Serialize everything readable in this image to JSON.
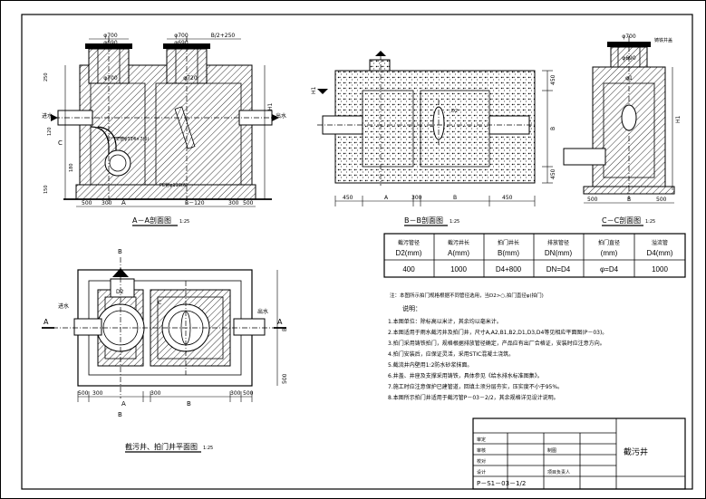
{
  "views": {
    "section_aa": {
      "title": "A－A剖面图",
      "scale": "1:25",
      "dims": {
        "phi700_left": "φ700",
        "phi690_left": "φ690",
        "phi700_right": "φ700",
        "phi690_right": "φ690",
        "b_half": "B/2+250",
        "phi700_l2": "φ700",
        "phi720": "φ720",
        "c": "C",
        "dim_120": "120",
        "dim_500": "500",
        "dim_300": "300",
        "dim_a": "A",
        "dim_b120": "B－120",
        "dim_300r": "300",
        "dim_500r": "500",
        "dim_150": "150",
        "dim_180": "180",
        "dim_250": "250"
      },
      "labels": {
        "inlet": "进水",
        "outlet": "出水",
        "h1": "H1",
        "note1": "PE管φ114×7(δ)",
        "note2": "PE管φ110(δ)"
      }
    },
    "section_bb": {
      "title": "B－B剖面图",
      "scale": "1:25",
      "dims": {
        "d450_left": "450",
        "d_a": "A",
        "d300": "300",
        "d_b": "B",
        "d450_right": "450",
        "v450_top": "450",
        "v_b": "B",
        "v450_bot": "450"
      },
      "labels": {
        "h1": "H1",
        "d2": "D2"
      }
    },
    "section_cc": {
      "title": "C－C剖面图",
      "scale": "1:25",
      "dims": {
        "phi700": "φ700",
        "phi690": "φ690",
        "phi1": "φ1",
        "d500": "500",
        "d_b": "B",
        "d500r": "500"
      },
      "labels": {
        "h1": "H1",
        "cover": "铸铁井盖"
      }
    },
    "plan": {
      "title": "截污井、拍门井平面图",
      "scale": "1:25",
      "dims": {
        "d500": "500",
        "d300": "300",
        "d_a": "A",
        "d300m": "300",
        "d_b": "B",
        "d300r": "300",
        "d500r": "500",
        "v500": "500",
        "v_b": "B"
      },
      "labels": {
        "d2": "D2",
        "inlet": "进水",
        "outlet": "出水",
        "a_left": "A",
        "a_right": "A",
        "b_top": "B",
        "b_bottom": "B",
        "c_mark": "C"
      }
    }
  },
  "spec_table": {
    "headers": [
      {
        "line1": "截污管径",
        "line2": "D2(mm)"
      },
      {
        "line1": "截污井长",
        "line2": "A(mm)"
      },
      {
        "line1": "拍门井长",
        "line2": "B(mm)"
      },
      {
        "line1": "排放管径",
        "line2": "DN(mm)"
      },
      {
        "line1": "拍门直径",
        "line2": "(mm)"
      },
      {
        "line1": "溢流管",
        "line2": "D4(mm)"
      }
    ],
    "row": [
      "400",
      "1000",
      "D4+800",
      "DN=D4",
      "φ=D4",
      "1000"
    ]
  },
  "notes": {
    "intro": "注：本图所示拍门规格根据不同管径选用，当D2>○,拍门直径φ(拍门)",
    "heading": "说明：",
    "items": [
      "1.本图单位：除标高以米计，其余均以毫米计。",
      "2.本图适用于雨水截污井及拍门井，尺寸A,A2,B1,B2,D1,D3,D4等见相应平面图(P－03)。",
      "3.拍门采用铸铁拍门，规格根据排放管径确定，产品应有出厂合格证，安装时应注意方向。",
      "4.拍门安装后，应保证灵活，采用STIC混凝土浇筑。",
      "5.截流井内壁用1:2防水砂浆抹面。",
      "6.井盖、井座及支撑采用铸铁，具体参见《给水排水标准图集》。",
      "7.施工时应注意保护已建管道，回填土须分层夯实，压实度不小于95%。",
      "8.本图所示拍门井适用于截污管P－03－2/2，其余规格详见设计说明。"
    ]
  },
  "title_block": {
    "drawing_title": "截污井",
    "drawing_no": "P－S1－03－1/2",
    "rows": [
      "审定",
      "审核",
      "校对",
      "设计",
      "制图",
      "项目负责人"
    ]
  }
}
